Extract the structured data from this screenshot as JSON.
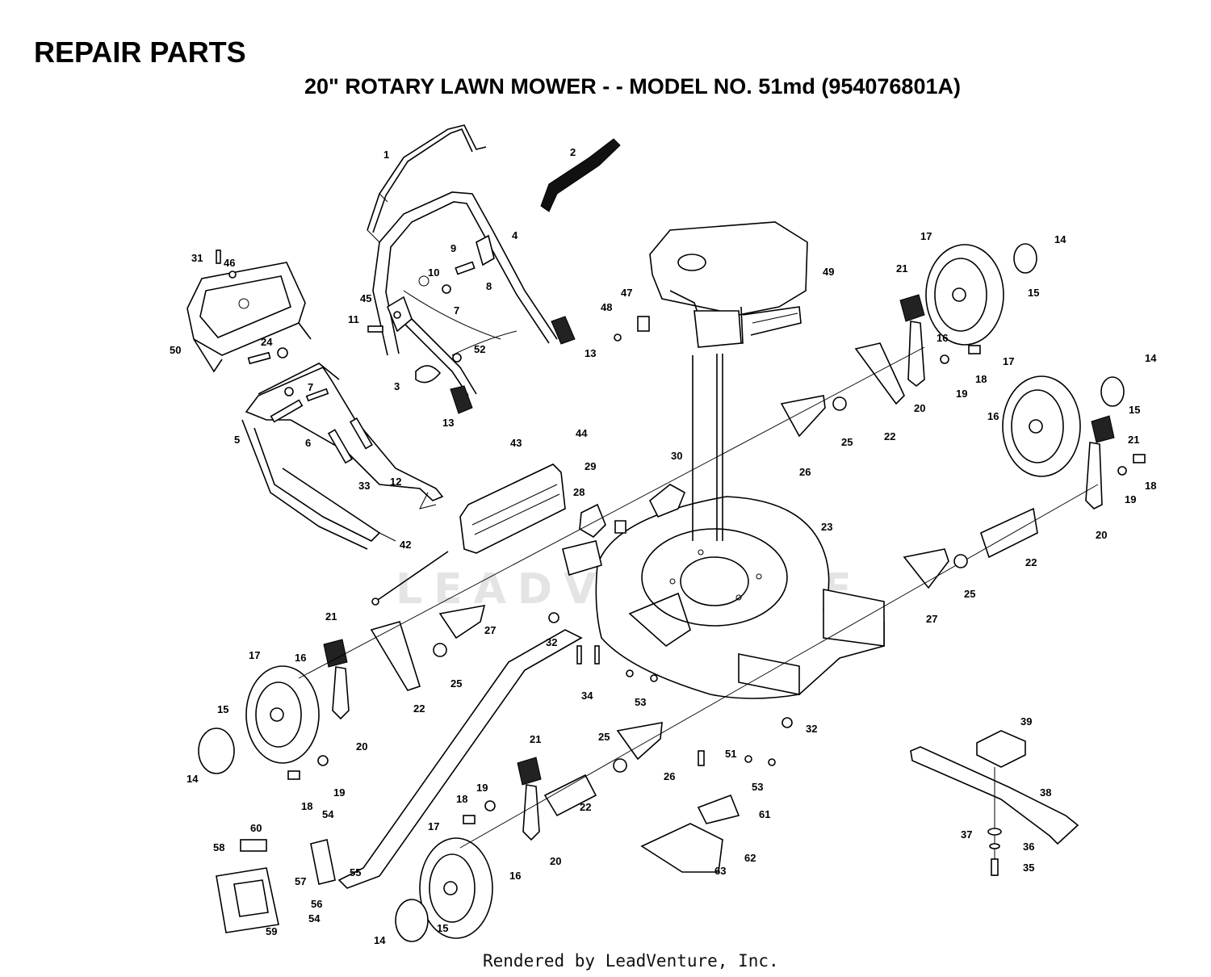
{
  "header": {
    "title": "REPAIR PARTS",
    "subtitle": "20\" ROTARY LAWN MOWER - - MODEL NO. 51md (954076801A)"
  },
  "watermark": {
    "text": "LEADVENTURE"
  },
  "footer": {
    "credit": "Rendered by LeadVenture, Inc."
  },
  "callouts": [
    "1",
    "2",
    "3",
    "4",
    "5",
    "6",
    "7",
    "8",
    "9",
    "10",
    "11",
    "12",
    "13",
    "14",
    "15",
    "16",
    "17",
    "18",
    "19",
    "20",
    "21",
    "22",
    "23",
    "24",
    "25",
    "26",
    "27",
    "28",
    "29",
    "30",
    "31",
    "32",
    "33",
    "34",
    "35",
    "36",
    "37",
    "38",
    "39",
    "42",
    "43",
    "44",
    "45",
    "46",
    "47",
    "48",
    "49",
    "50",
    "51",
    "52",
    "53",
    "54",
    "55",
    "56",
    "57",
    "58",
    "59",
    "60",
    "61",
    "62",
    "63"
  ]
}
